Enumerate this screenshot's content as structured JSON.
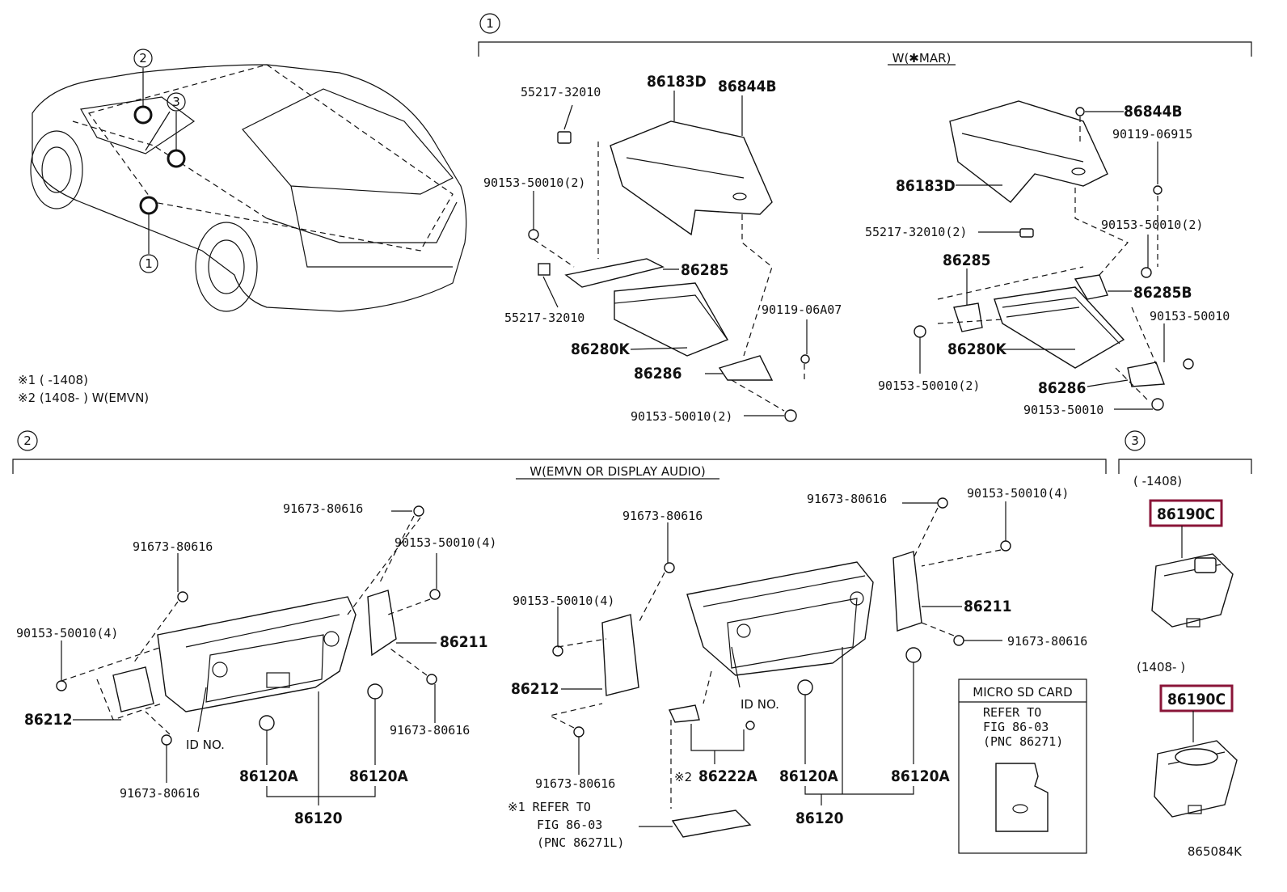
{
  "circle_markers": [
    "1",
    "2",
    "3"
  ],
  "section1": {
    "condition": "W(✱MAR)",
    "left_parts": [
      "55217-32010",
      "86183D",
      "86844B",
      "90153-50010(2)",
      "86285",
      "55217-32010",
      "86280K",
      "90119-06A07",
      "86286",
      "90153-50010(2)"
    ],
    "right_parts": [
      "86844B",
      "90119-06915",
      "86183D",
      "55217-32010(2)",
      "90153-50010(2)",
      "86285",
      "86285B",
      "90153-50010",
      "86280K",
      "90153-50010(2)",
      "86286",
      "90153-50010"
    ]
  },
  "notes": {
    "note1": "※1 (        -1408)",
    "note2": "※2 (1408-        ) W(EMVN)"
  },
  "section2": {
    "condition": "W(EMVN OR DISPLAY AUDIO)",
    "left_parts": [
      "91673-80616",
      "91673-80616",
      "90153-50010(4)",
      "90153-50010(4)",
      "86211",
      "86212",
      "91673-80616",
      "91673-80616",
      "ID NO.",
      "86120A",
      "86120A",
      "86120"
    ],
    "mid_parts": [
      "91673-80616",
      "91673-80616",
      "90153-50010(4)",
      "90153-50010(4)",
      "86211",
      "91673-80616",
      "86212",
      "ID NO.",
      "91673-80616",
      "※2",
      "86222A",
      "86120A",
      "86120A",
      "86120"
    ],
    "refer1": [
      "※1 REFER TO",
      "FIG 86-03",
      "(PNC 86271L)"
    ],
    "micro_sd": {
      "title": "MICRO SD CARD",
      "lines": [
        "REFER TO",
        "FIG 86-03",
        "(PNC 86271)"
      ]
    }
  },
  "section3": {
    "range1": "(        -1408)",
    "range2": "(1408-        )",
    "part1": "86190C",
    "part2": "86190C"
  },
  "figure_id": "865084K",
  "colors": {
    "highlight": "#8a1538",
    "line": "#111111"
  }
}
